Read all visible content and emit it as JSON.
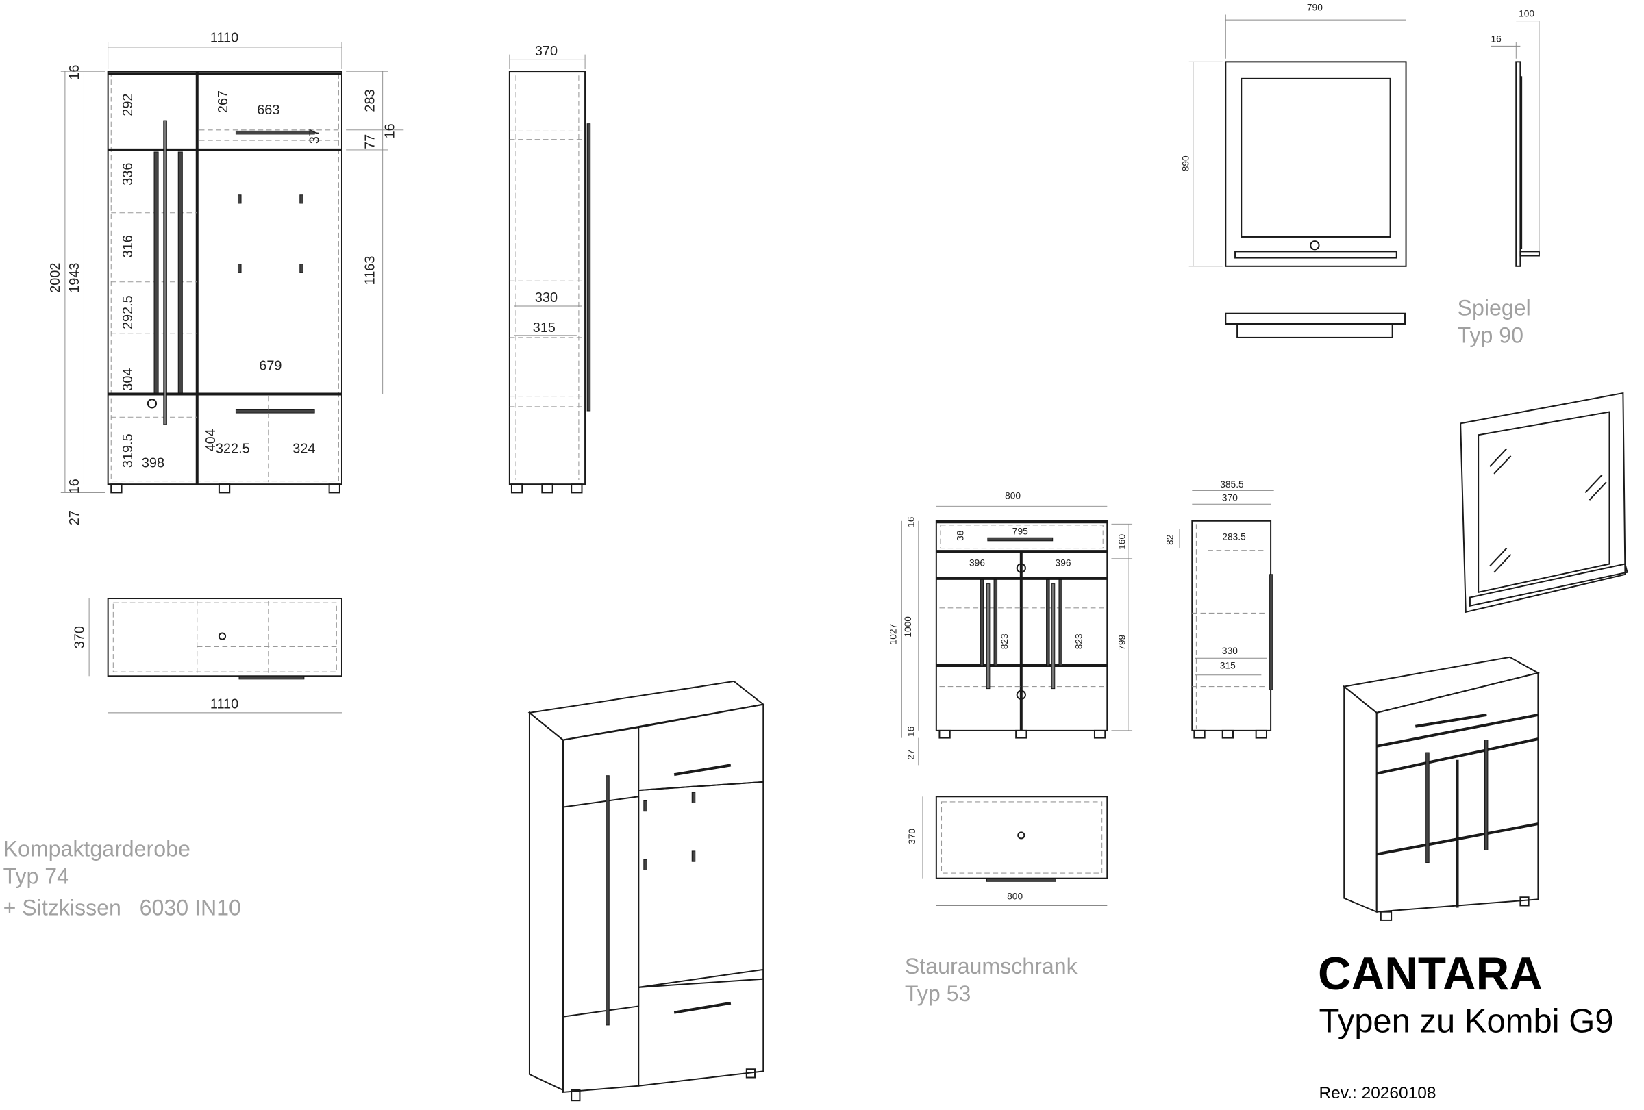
{
  "title_block": {
    "brand": "CANTARA",
    "subtitle": "Typen zu Kombi G9",
    "revision": "Rev.: 20260108"
  },
  "kompaktgarderobe": {
    "caption": [
      "Kompaktgarderobe",
      "Typ 74",
      "+ Sitzkissen   6030 IN10"
    ],
    "front_dims": [
      "1110",
      "2002",
      "1943",
      "16",
      "16",
      "27",
      "283",
      "77",
      "16",
      "1163",
      "292",
      "267",
      "663",
      "37",
      "336",
      "316",
      "292.5",
      "304",
      "679",
      "319.5",
      "398",
      "404",
      "322.5",
      "324"
    ],
    "side_dims": [
      "370",
      "330",
      "315"
    ],
    "top_dims": [
      "370",
      "1110"
    ]
  },
  "stauraumschrank": {
    "caption": [
      "Stauraumschrank",
      "Typ 53"
    ],
    "front_dims": [
      "800",
      "1027",
      "1000",
      "16",
      "16",
      "27",
      "795",
      "38",
      "160",
      "396",
      "396",
      "823",
      "823",
      "799"
    ],
    "side_dims": [
      "385.5",
      "370",
      "82",
      "283.5",
      "330",
      "315"
    ],
    "top_dims": [
      "370",
      "800"
    ]
  },
  "spiegel": {
    "caption": [
      "Spiegel",
      "Typ 90"
    ],
    "front_dims": [
      "790",
      "890"
    ],
    "side_dims": [
      "100",
      "16"
    ]
  },
  "colors": {
    "line": "#1a1a1a",
    "caption": "#a0a0a0",
    "background": "#ffffff"
  }
}
